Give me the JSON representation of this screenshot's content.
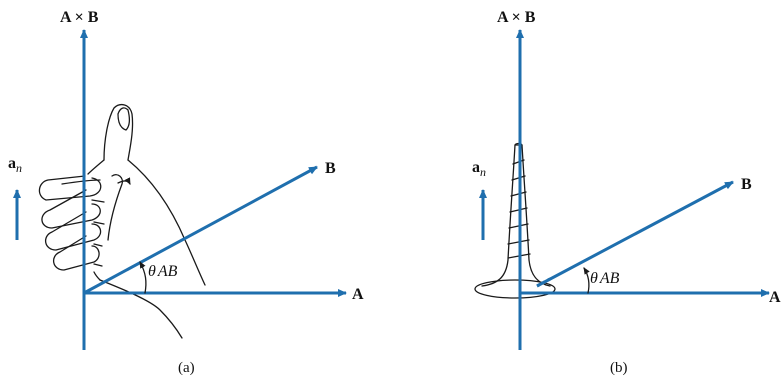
{
  "colors": {
    "vector": "#1f6fae",
    "ink": "#1a1a1a",
    "background": "#ffffff"
  },
  "panels": [
    {
      "id": "a",
      "caption": "(a)",
      "cross_label": "A × B",
      "vec_b_label": "B",
      "vec_a_label": "A",
      "unit_normal_label": "a",
      "unit_normal_sub": "n",
      "angle_symbol": "θ",
      "angle_sub": "AB",
      "illustration": "right-hand-icon"
    },
    {
      "id": "b",
      "caption": "(b)",
      "cross_label": "A × B",
      "vec_b_label": "B",
      "vec_a_label": "A",
      "unit_normal_label": "a",
      "unit_normal_sub": "n",
      "angle_symbol": "θ",
      "angle_sub": "AB",
      "illustration": "screw-icon"
    }
  ]
}
